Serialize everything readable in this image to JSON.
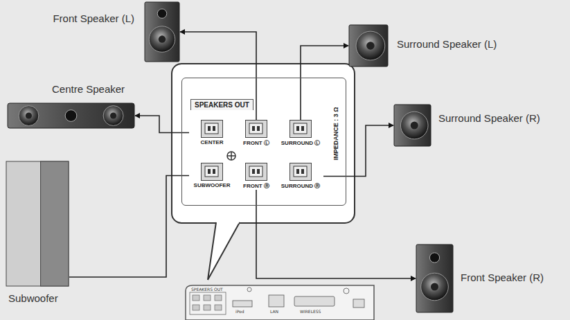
{
  "diagram": {
    "nodes": [
      {
        "text": [
          "Front Speaker (L)"
        ]
      },
      {
        "text": [
          "Surround Speaker (L)"
        ]
      },
      {
        "text": [
          "Centre Speaker"
        ]
      },
      {
        "text": [
          "SPEAKERS OUT",
          "IMPEDANCE : 3 Ω"
        ]
      },
      {
        "text": [
          "CENTER"
        ],
        "in": 3
      },
      {
        "text": [
          "FRONT Ⓛ"
        ],
        "in": 3
      },
      {
        "text": [
          "SURROUND Ⓛ"
        ],
        "in": 3
      },
      {
        "text": [
          "SUBWOOFER"
        ],
        "in": 3
      },
      {
        "text": [
          "FRONT Ⓡ"
        ],
        "in": 3
      },
      {
        "text": [
          "SURROUND Ⓡ"
        ],
        "in": 3
      },
      {
        "text": [
          "Surround Speaker (R)"
        ]
      },
      {
        "text": [
          "Subwoofer"
        ]
      },
      {
        "text": [
          "Front Speaker (R)"
        ]
      }
    ],
    "edges": [
      {
        "from": 4,
        "to": 2,
        "arrow": "to"
      },
      {
        "from": 5,
        "to": 0,
        "arrow": "to"
      },
      {
        "from": 6,
        "to": 1,
        "arrow": "to"
      },
      {
        "from": 7,
        "to": 11,
        "arrow": "none"
      },
      {
        "from": 8,
        "to": 12,
        "arrow": "to"
      },
      {
        "from": 9,
        "to": 10,
        "arrow": "to"
      }
    ],
    "labels": [
      "SPEAKERS OUT",
      "iPod",
      "LAN",
      "WIRELESS"
    ]
  }
}
